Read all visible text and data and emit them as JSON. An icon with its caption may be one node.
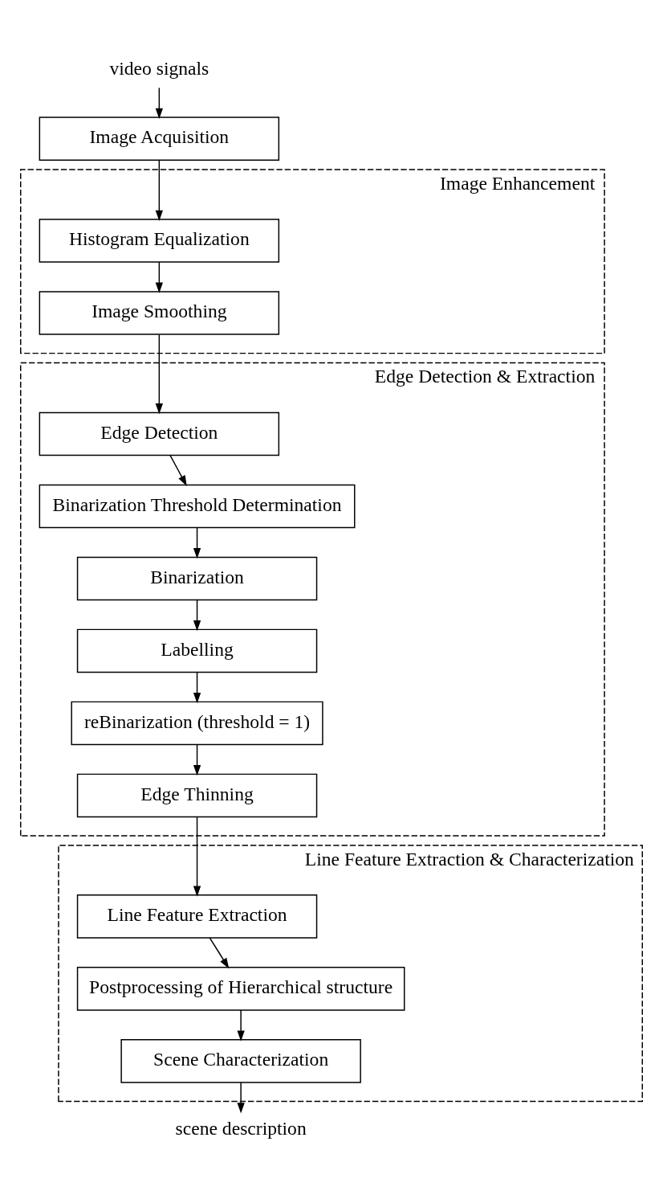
{
  "diagram": {
    "nodes": [
      {
        "text": [
          "video signals"
        ]
      },
      {
        "text": [
          "Image Acquisition"
        ]
      },
      {
        "text": [
          "Image Enhancement"
        ]
      },
      {
        "text": [
          "Histogram Equalization"
        ],
        "in": 2
      },
      {
        "text": [
          "Image Smoothing"
        ],
        "in": 2
      },
      {
        "text": [
          "Edge Detection & Extraction"
        ]
      },
      {
        "text": [
          "Edge Detection"
        ],
        "in": 5
      },
      {
        "text": [
          "Binarization Threshold Determination"
        ],
        "in": 5
      },
      {
        "text": [
          "Binarization"
        ],
        "in": 5
      },
      {
        "text": [
          "Labelling"
        ],
        "in": 5
      },
      {
        "text": [
          "reBinarization (threshold = 1)"
        ],
        "in": 5
      },
      {
        "text": [
          "Edge Thinning"
        ],
        "in": 5
      },
      {
        "text": [
          "Line Feature Extraction & Characterization"
        ]
      },
      {
        "text": [
          "Line Feature Extraction"
        ],
        "in": 12
      },
      {
        "text": [
          "Postprocessing of Hierarchical structure"
        ],
        "in": 12
      },
      {
        "text": [
          "Scene Characterization"
        ],
        "in": 12
      },
      {
        "text": [
          "scene description"
        ]
      }
    ],
    "edges": [
      {
        "from": 0,
        "to": 1,
        "arrow": "to"
      },
      {
        "from": 1,
        "to": 3,
        "arrow": "to"
      },
      {
        "from": 3,
        "to": 4,
        "arrow": "to"
      },
      {
        "from": 4,
        "to": 6,
        "arrow": "to"
      },
      {
        "from": 6,
        "to": 7,
        "arrow": "to"
      },
      {
        "from": 7,
        "to": 8,
        "arrow": "to"
      },
      {
        "from": 8,
        "to": 9,
        "arrow": "to"
      },
      {
        "from": 9,
        "to": 10,
        "arrow": "to"
      },
      {
        "from": 10,
        "to": 11,
        "arrow": "to"
      },
      {
        "from": 11,
        "to": 13,
        "arrow": "to"
      },
      {
        "from": 13,
        "to": 14,
        "arrow": "to"
      },
      {
        "from": 14,
        "to": 15,
        "arrow": "to"
      },
      {
        "from": 15,
        "to": 16,
        "arrow": "to"
      }
    ]
  }
}
